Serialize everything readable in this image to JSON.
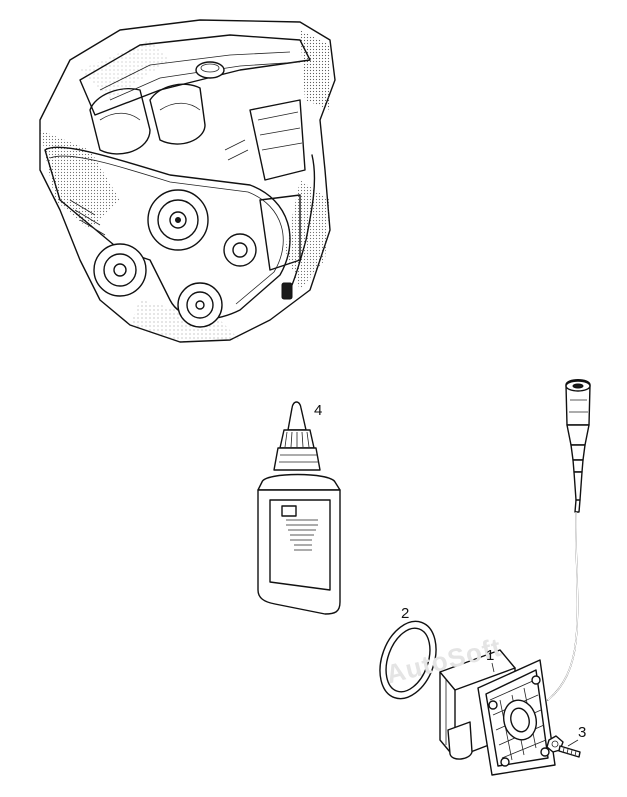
{
  "callouts": [
    {
      "id": "1",
      "label": "1",
      "part": "sensor"
    },
    {
      "id": "2",
      "label": "2",
      "part": "seal-ring"
    },
    {
      "id": "3",
      "label": "3",
      "part": "bolt"
    },
    {
      "id": "4",
      "label": "4",
      "part": "sealant-bottle"
    }
  ],
  "watermark": "AutoSoft",
  "colors": {
    "ink": "#111111",
    "background": "#ffffff",
    "watermark": "#e4e4e4"
  }
}
